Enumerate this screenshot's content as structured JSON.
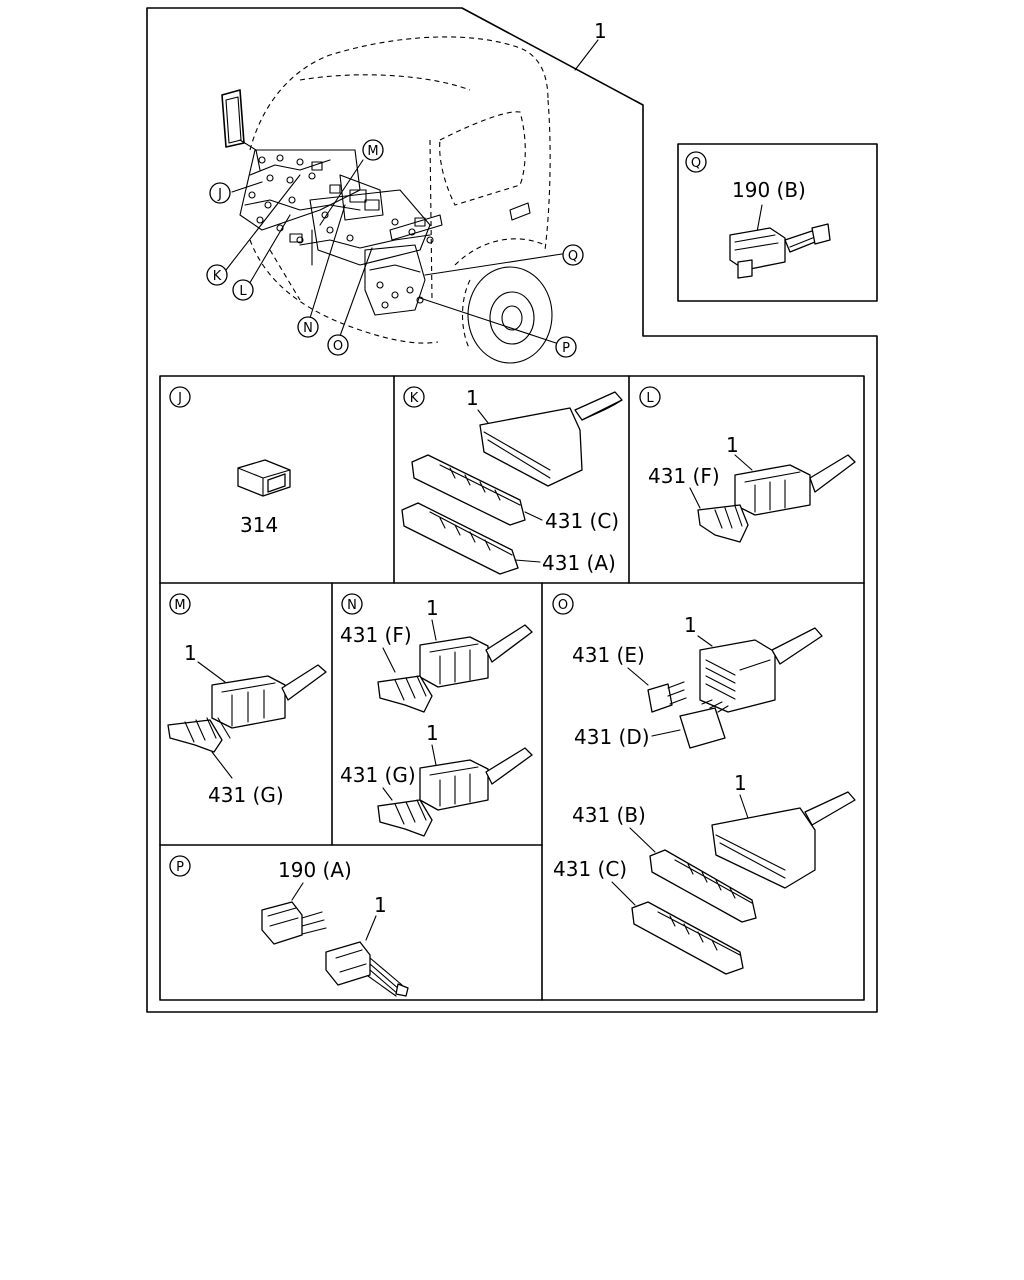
{
  "main_callouts": {
    "harness_ref": "1",
    "J": "J",
    "K": "K",
    "L": "L",
    "M": "M",
    "N": "N",
    "O": "O",
    "P": "P",
    "Q": "Q"
  },
  "detail_Q": {
    "letter": "Q",
    "part": "190 (B)"
  },
  "detail_J": {
    "letter": "J",
    "part": "314"
  },
  "detail_K": {
    "letter": "K",
    "harness": "1",
    "part_c": "431 (C)",
    "part_a": "431 (A)"
  },
  "detail_L": {
    "letter": "L",
    "harness": "1",
    "part_f": "431 (F)"
  },
  "detail_M": {
    "letter": "M",
    "harness": "1",
    "part_g": "431 (G)"
  },
  "detail_N": {
    "letter": "N",
    "harness_1": "1",
    "part_f": "431 (F)",
    "harness_2": "1",
    "part_g": "431 (G)"
  },
  "detail_O": {
    "letter": "O",
    "harness_1": "1",
    "part_e": "431 (E)",
    "part_d": "431 (D)",
    "harness_2": "1",
    "part_b": "431 (B)",
    "part_c": "431 (C)"
  },
  "detail_P": {
    "letter": "P",
    "part": "190 (A)",
    "harness": "1"
  }
}
